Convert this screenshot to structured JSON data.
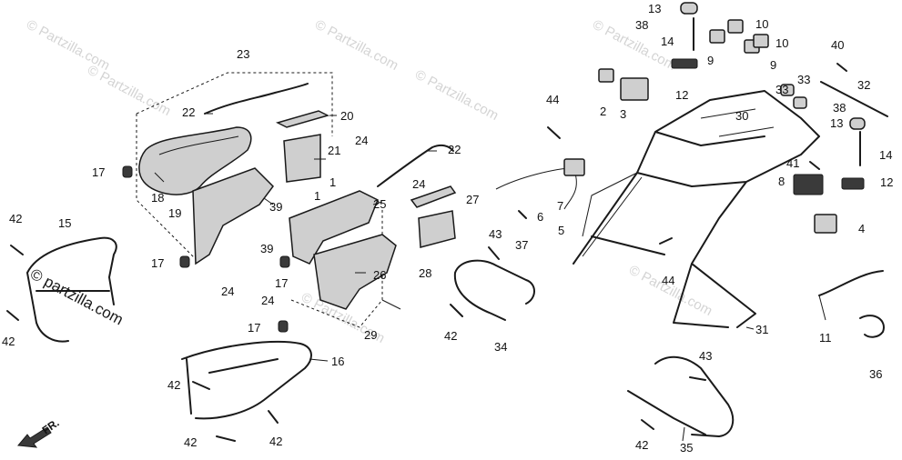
{
  "watermark_text": "© Partzilla.com",
  "watermark_main_text": "© partzilla.com",
  "direction_label": "FR.",
  "callouts": [
    {
      "id": "c13a",
      "label": "13"
    },
    {
      "id": "c38a",
      "label": "38"
    },
    {
      "id": "c14a",
      "label": "14"
    },
    {
      "id": "c10a",
      "label": "10"
    },
    {
      "id": "c10b",
      "label": "10"
    },
    {
      "id": "c9a",
      "label": "9"
    },
    {
      "id": "c9b",
      "label": "9"
    },
    {
      "id": "c12a",
      "label": "12"
    },
    {
      "id": "c2",
      "label": "2"
    },
    {
      "id": "c3",
      "label": "3"
    },
    {
      "id": "c44a",
      "label": "44"
    },
    {
      "id": "c33a",
      "label": "33"
    },
    {
      "id": "c33b",
      "label": "33"
    },
    {
      "id": "c40",
      "label": "40"
    },
    {
      "id": "c32",
      "label": "32"
    },
    {
      "id": "c38b",
      "label": "38"
    },
    {
      "id": "c13b",
      "label": "13"
    },
    {
      "id": "c30",
      "label": "30"
    },
    {
      "id": "c14b",
      "label": "14"
    },
    {
      "id": "c41",
      "label": "41"
    },
    {
      "id": "c8",
      "label": "8"
    },
    {
      "id": "c12b",
      "label": "12"
    },
    {
      "id": "c4",
      "label": "4"
    },
    {
      "id": "c23",
      "label": "23"
    },
    {
      "id": "c22a",
      "label": "22"
    },
    {
      "id": "c20",
      "label": "20"
    },
    {
      "id": "c24a",
      "label": "24"
    },
    {
      "id": "c21",
      "label": "21"
    },
    {
      "id": "c22b",
      "label": "22"
    },
    {
      "id": "c17a",
      "label": "17"
    },
    {
      "id": "c18",
      "label": "18"
    },
    {
      "id": "c1a",
      "label": "1"
    },
    {
      "id": "c1b",
      "label": "1"
    },
    {
      "id": "c24b",
      "label": "24"
    },
    {
      "id": "c27",
      "label": "27"
    },
    {
      "id": "c19",
      "label": "19"
    },
    {
      "id": "c39a",
      "label": "39"
    },
    {
      "id": "c25",
      "label": "25"
    },
    {
      "id": "c42a",
      "label": "42"
    },
    {
      "id": "c15",
      "label": "15"
    },
    {
      "id": "c17b",
      "label": "17"
    },
    {
      "id": "c39b",
      "label": "39"
    },
    {
      "id": "c24c",
      "label": "24"
    },
    {
      "id": "c17c",
      "label": "17"
    },
    {
      "id": "c26",
      "label": "26"
    },
    {
      "id": "c28",
      "label": "28"
    },
    {
      "id": "c43a",
      "label": "43"
    },
    {
      "id": "c37",
      "label": "37"
    },
    {
      "id": "c6",
      "label": "6"
    },
    {
      "id": "c7",
      "label": "7"
    },
    {
      "id": "c5",
      "label": "5"
    },
    {
      "id": "c44b",
      "label": "44"
    },
    {
      "id": "c24d",
      "label": "24"
    },
    {
      "id": "c42b",
      "label": "42"
    },
    {
      "id": "c17d",
      "label": "17"
    },
    {
      "id": "c29",
      "label": "29"
    },
    {
      "id": "c42c",
      "label": "42"
    },
    {
      "id": "c34",
      "label": "34"
    },
    {
      "id": "c31",
      "label": "31"
    },
    {
      "id": "c11",
      "label": "11"
    },
    {
      "id": "c16",
      "label": "16"
    },
    {
      "id": "c42d",
      "label": "42"
    },
    {
      "id": "c43b",
      "label": "43"
    },
    {
      "id": "c36",
      "label": "36"
    },
    {
      "id": "c42e",
      "label": "42"
    },
    {
      "id": "c42f",
      "label": "42"
    },
    {
      "id": "c42g",
      "label": "42"
    },
    {
      "id": "c35",
      "label": "35"
    }
  ]
}
